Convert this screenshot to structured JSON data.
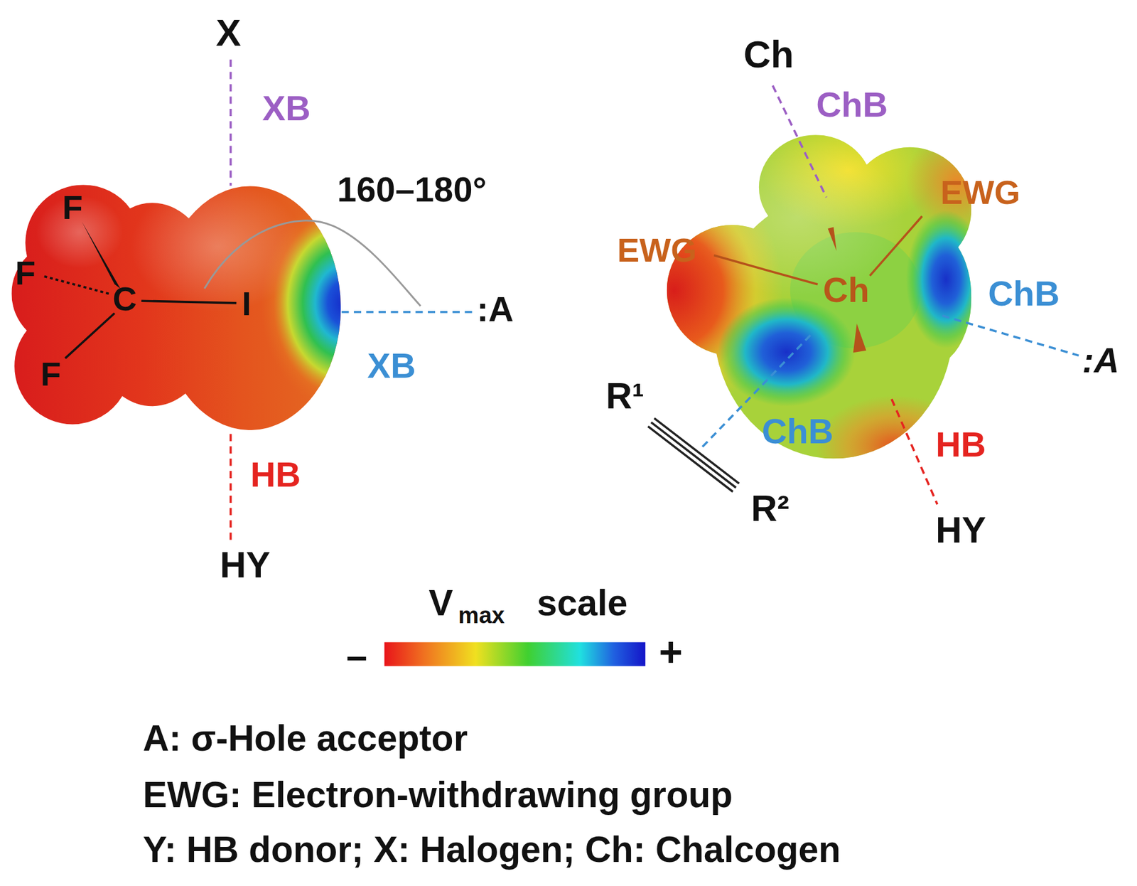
{
  "diagram": {
    "nodes": [
      {
        "text": [
          "F",
          "F",
          "C",
          "I",
          "F"
        ]
      },
      {
        "text": [
          "EWG",
          "EWG",
          "Ch"
        ]
      }
    ],
    "labels": [
      "X",
      "XB",
      "160–180°",
      ":A",
      "XB",
      "HB",
      "HY",
      "Ch",
      "ChB",
      "ChB",
      ":A",
      "R¹",
      "ChB",
      "HB",
      "R²",
      "HY",
      "V",
      "max",
      "scale",
      "–",
      "+",
      "A: σ-Hole acceptor",
      "EWG: Electron-withdrawing group",
      "Y: HB donor; X: Halogen; Ch: Chalcogen"
    ]
  }
}
